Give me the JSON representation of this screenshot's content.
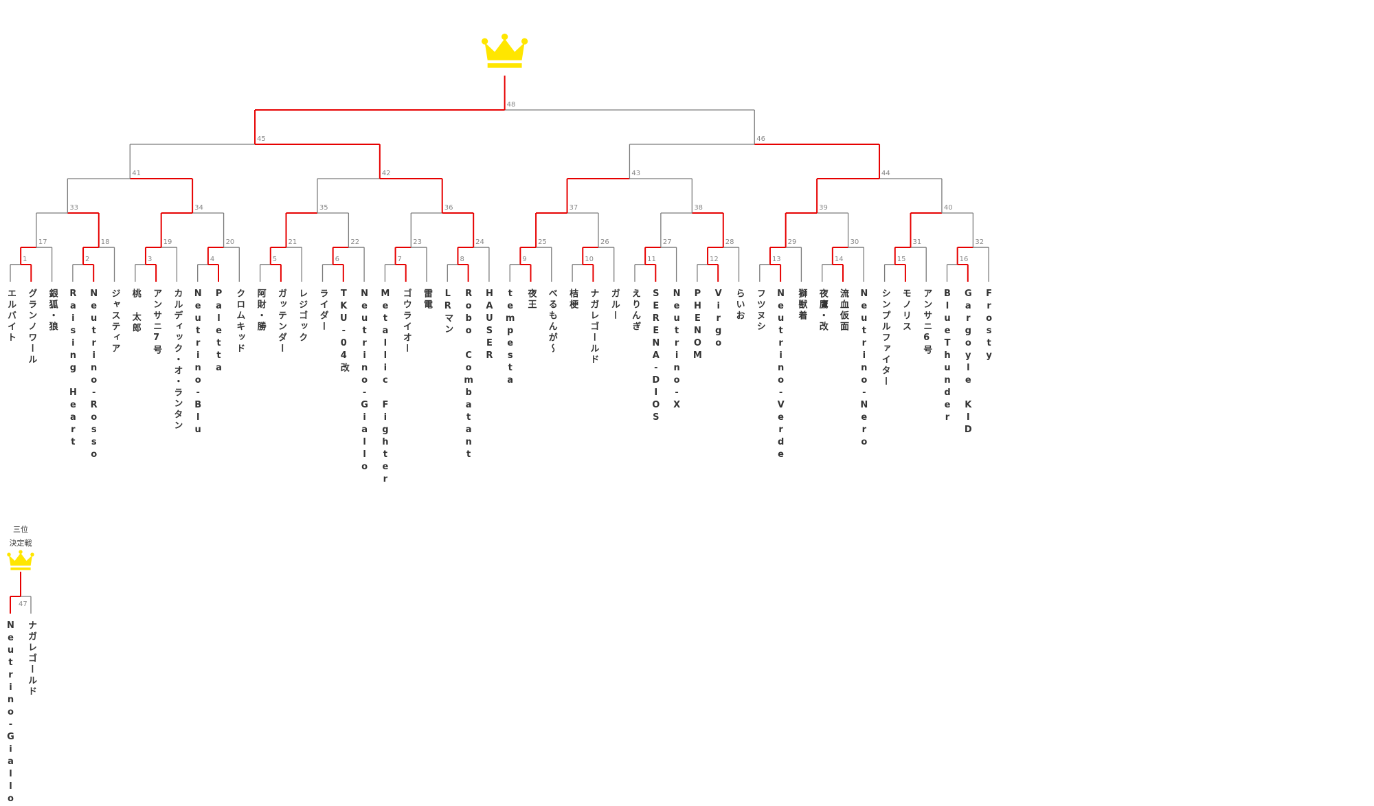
{
  "colors": {
    "winner_line": "#e60000",
    "default_line": "#7a7a7a",
    "crown": "#ffe600",
    "match_number": "#888888",
    "name_text": "#333333"
  },
  "players": [
    "エルバイト",
    "グランノワール",
    "銀狐・狼",
    "Raising Heart",
    "Neutrino-Rosso",
    "ジャスティア",
    "桃 太郎",
    "アンサニ7号",
    "カルディック・オ・ランタン",
    "Neutrino-Blu",
    "Paletta",
    "クロムキッド",
    "阿財・勝",
    "ガッテンダー",
    "レジゴック",
    "ライダー",
    "TKU-04改",
    "Neutrino-Giallo",
    "Metallic Fighter",
    "ゴウライオー",
    "雷電",
    "LRマン",
    "Robo Combatant",
    "HAUSER",
    "tempesta",
    "夜王",
    "べるもんが〜",
    "桔梗",
    "ナガレゴールド",
    "ガルー",
    "えりんぎ",
    "SERENA-DIOS",
    "Neutrino-X",
    "PHENOM",
    "Virgo",
    "らいお",
    "フツヌシ",
    "Neutrino-Verde",
    "獅獣着",
    "夜鷹・改",
    "流血仮面",
    "Neutrino-Nero",
    "シンプルファイター",
    "モノリス",
    "アンサニ6号",
    "BlueThunder",
    "Gargoyle KID",
    "Frosty"
  ],
  "first_round_matches": [
    {
      "number": "1",
      "size": 2
    },
    {
      "number": "17",
      "size": 1
    },
    {
      "number": "2",
      "size": 2
    },
    {
      "number": "18",
      "size": 1
    },
    {
      "number": "3",
      "size": 2
    },
    {
      "number": "19",
      "size": 1
    },
    {
      "number": "4",
      "size": 2
    },
    {
      "number": "20",
      "size": 1
    },
    {
      "number": "5",
      "size": 2
    },
    {
      "number": "21",
      "size": 1
    },
    {
      "number": "6",
      "size": 2
    },
    {
      "number": "22",
      "size": 1
    },
    {
      "number": "7",
      "size": 2
    },
    {
      "number": "23",
      "size": 1
    },
    {
      "number": "8",
      "size": 2
    },
    {
      "number": "24",
      "size": 1
    },
    {
      "number": "9",
      "size": 2
    },
    {
      "number": "25",
      "size": 1
    },
    {
      "number": "10",
      "size": 2
    },
    {
      "number": "26",
      "size": 1
    },
    {
      "number": "11",
      "size": 2
    },
    {
      "number": "27",
      "size": 1
    },
    {
      "number": "12",
      "size": 2
    },
    {
      "number": "28",
      "size": 1
    },
    {
      "number": "13",
      "size": 2
    },
    {
      "number": "29",
      "size": 1
    },
    {
      "number": "14",
      "size": 2
    },
    {
      "number": "30",
      "size": 1
    },
    {
      "number": "15",
      "size": 2
    },
    {
      "number": "31",
      "size": 1
    },
    {
      "number": "16",
      "size": 2
    },
    {
      "number": "32",
      "size": 1
    }
  ],
  "slot_winners": [
    [
      3,
      5,
      8,
      10,
      13,
      16,
      17,
      21,
      24,
      26,
      29,
      31,
      35,
      37,
      41,
      44
    ],
    [
      1,
      2,
      4,
      7,
      8,
      9,
      12,
      14
    ],
    [
      1,
      3,
      4,
      6
    ],
    [
      1,
      3
    ],
    [
      0
    ]
  ],
  "upper_match_numbers": [
    [
      "33",
      "34",
      "35",
      "36",
      "37",
      "38",
      "39",
      "40"
    ],
    [
      "41",
      "42",
      "43",
      "44"
    ],
    [
      "45",
      "46"
    ],
    [
      "48"
    ]
  ],
  "third_place": {
    "label_line1": "三位",
    "label_line2": "決定戦",
    "match_number": "47",
    "players": [
      "Neutrino-Giallo",
      "ナガレゴールド"
    ],
    "winner_index": 0
  }
}
